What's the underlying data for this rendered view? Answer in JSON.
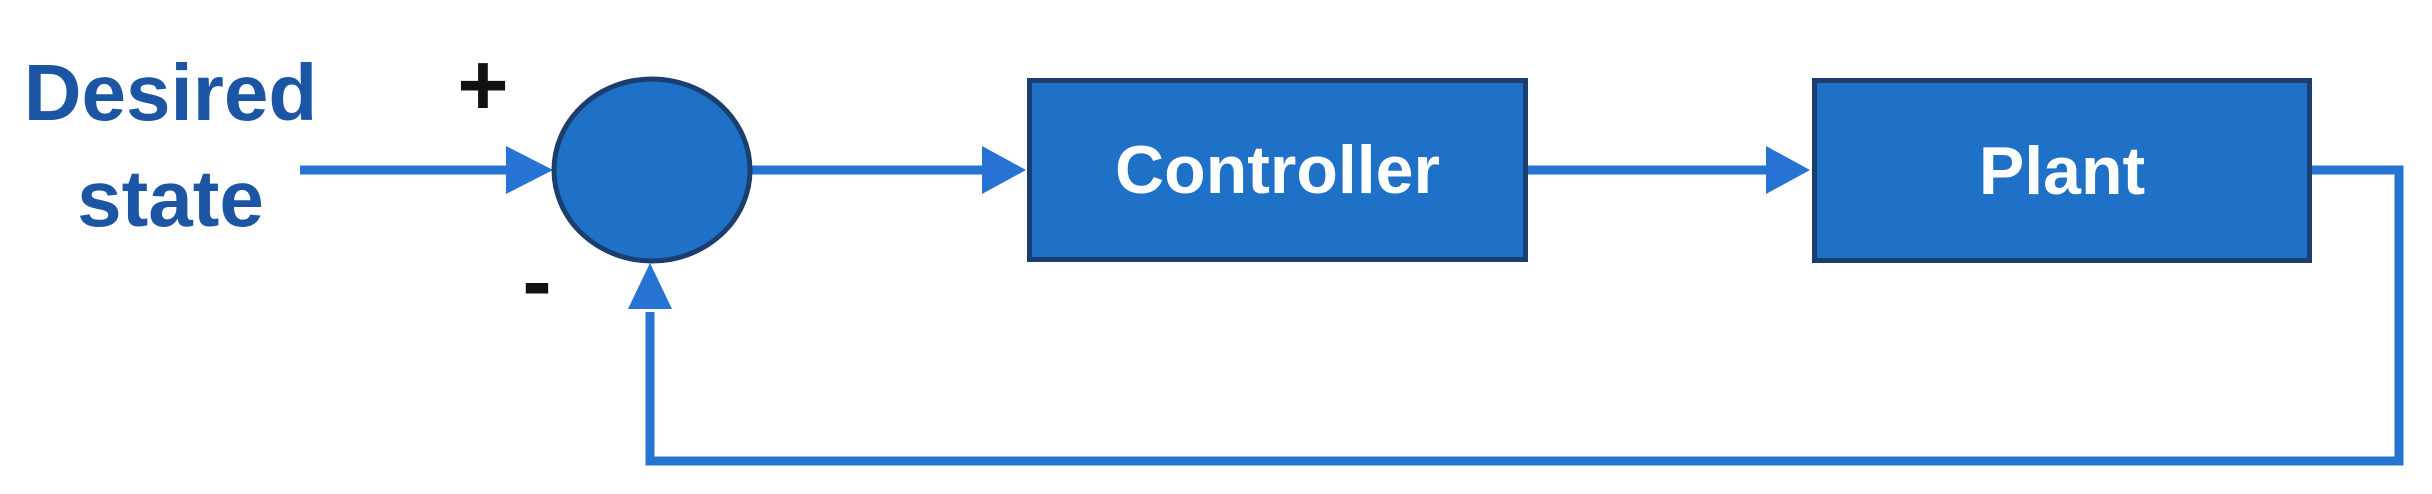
{
  "diagram": {
    "input_label": "Desired state",
    "signs": {
      "plus": "+",
      "minus": "-"
    },
    "blocks": [
      {
        "id": "summing-junction",
        "label": ""
      },
      {
        "id": "controller",
        "label": "Controller"
      },
      {
        "id": "plant",
        "label": "Plant"
      }
    ],
    "colors": {
      "shape_fill": "#1e71c7",
      "shape_border": "#1b3e6f",
      "line": "#2673d4",
      "label_text": "#1d55a5",
      "block_text": "#ffffff",
      "sign_text": "#111111",
      "background": "#ffffff"
    }
  }
}
